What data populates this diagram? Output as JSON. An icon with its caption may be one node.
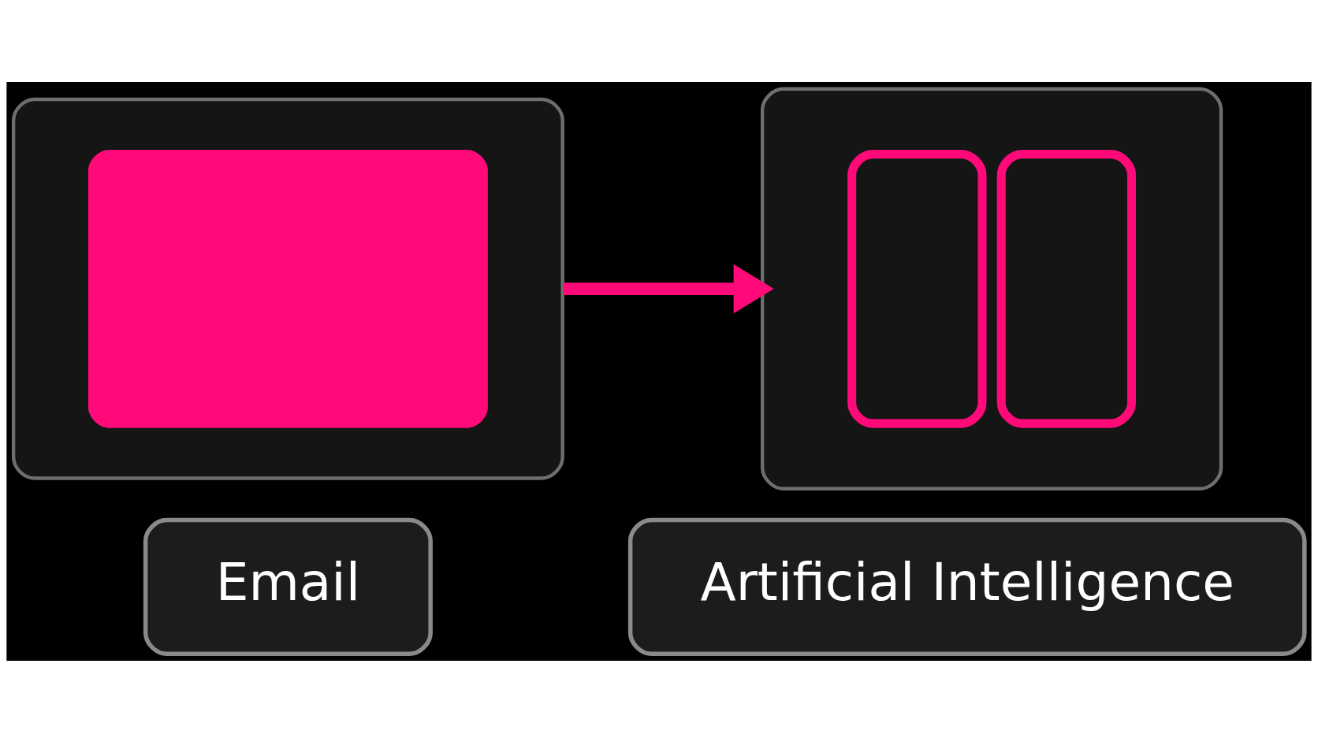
{
  "diagram": {
    "nodes": [
      {
        "text": [],
        "shape": "picture"
      },
      {
        "text": [
          "Email"
        ]
      },
      {
        "text": [],
        "shape": "picture"
      },
      {
        "text": [
          "Artificial Intelligence"
        ]
      }
    ],
    "edges": [
      {
        "from": 0,
        "to": 2,
        "arrow": "to"
      }
    ]
  }
}
